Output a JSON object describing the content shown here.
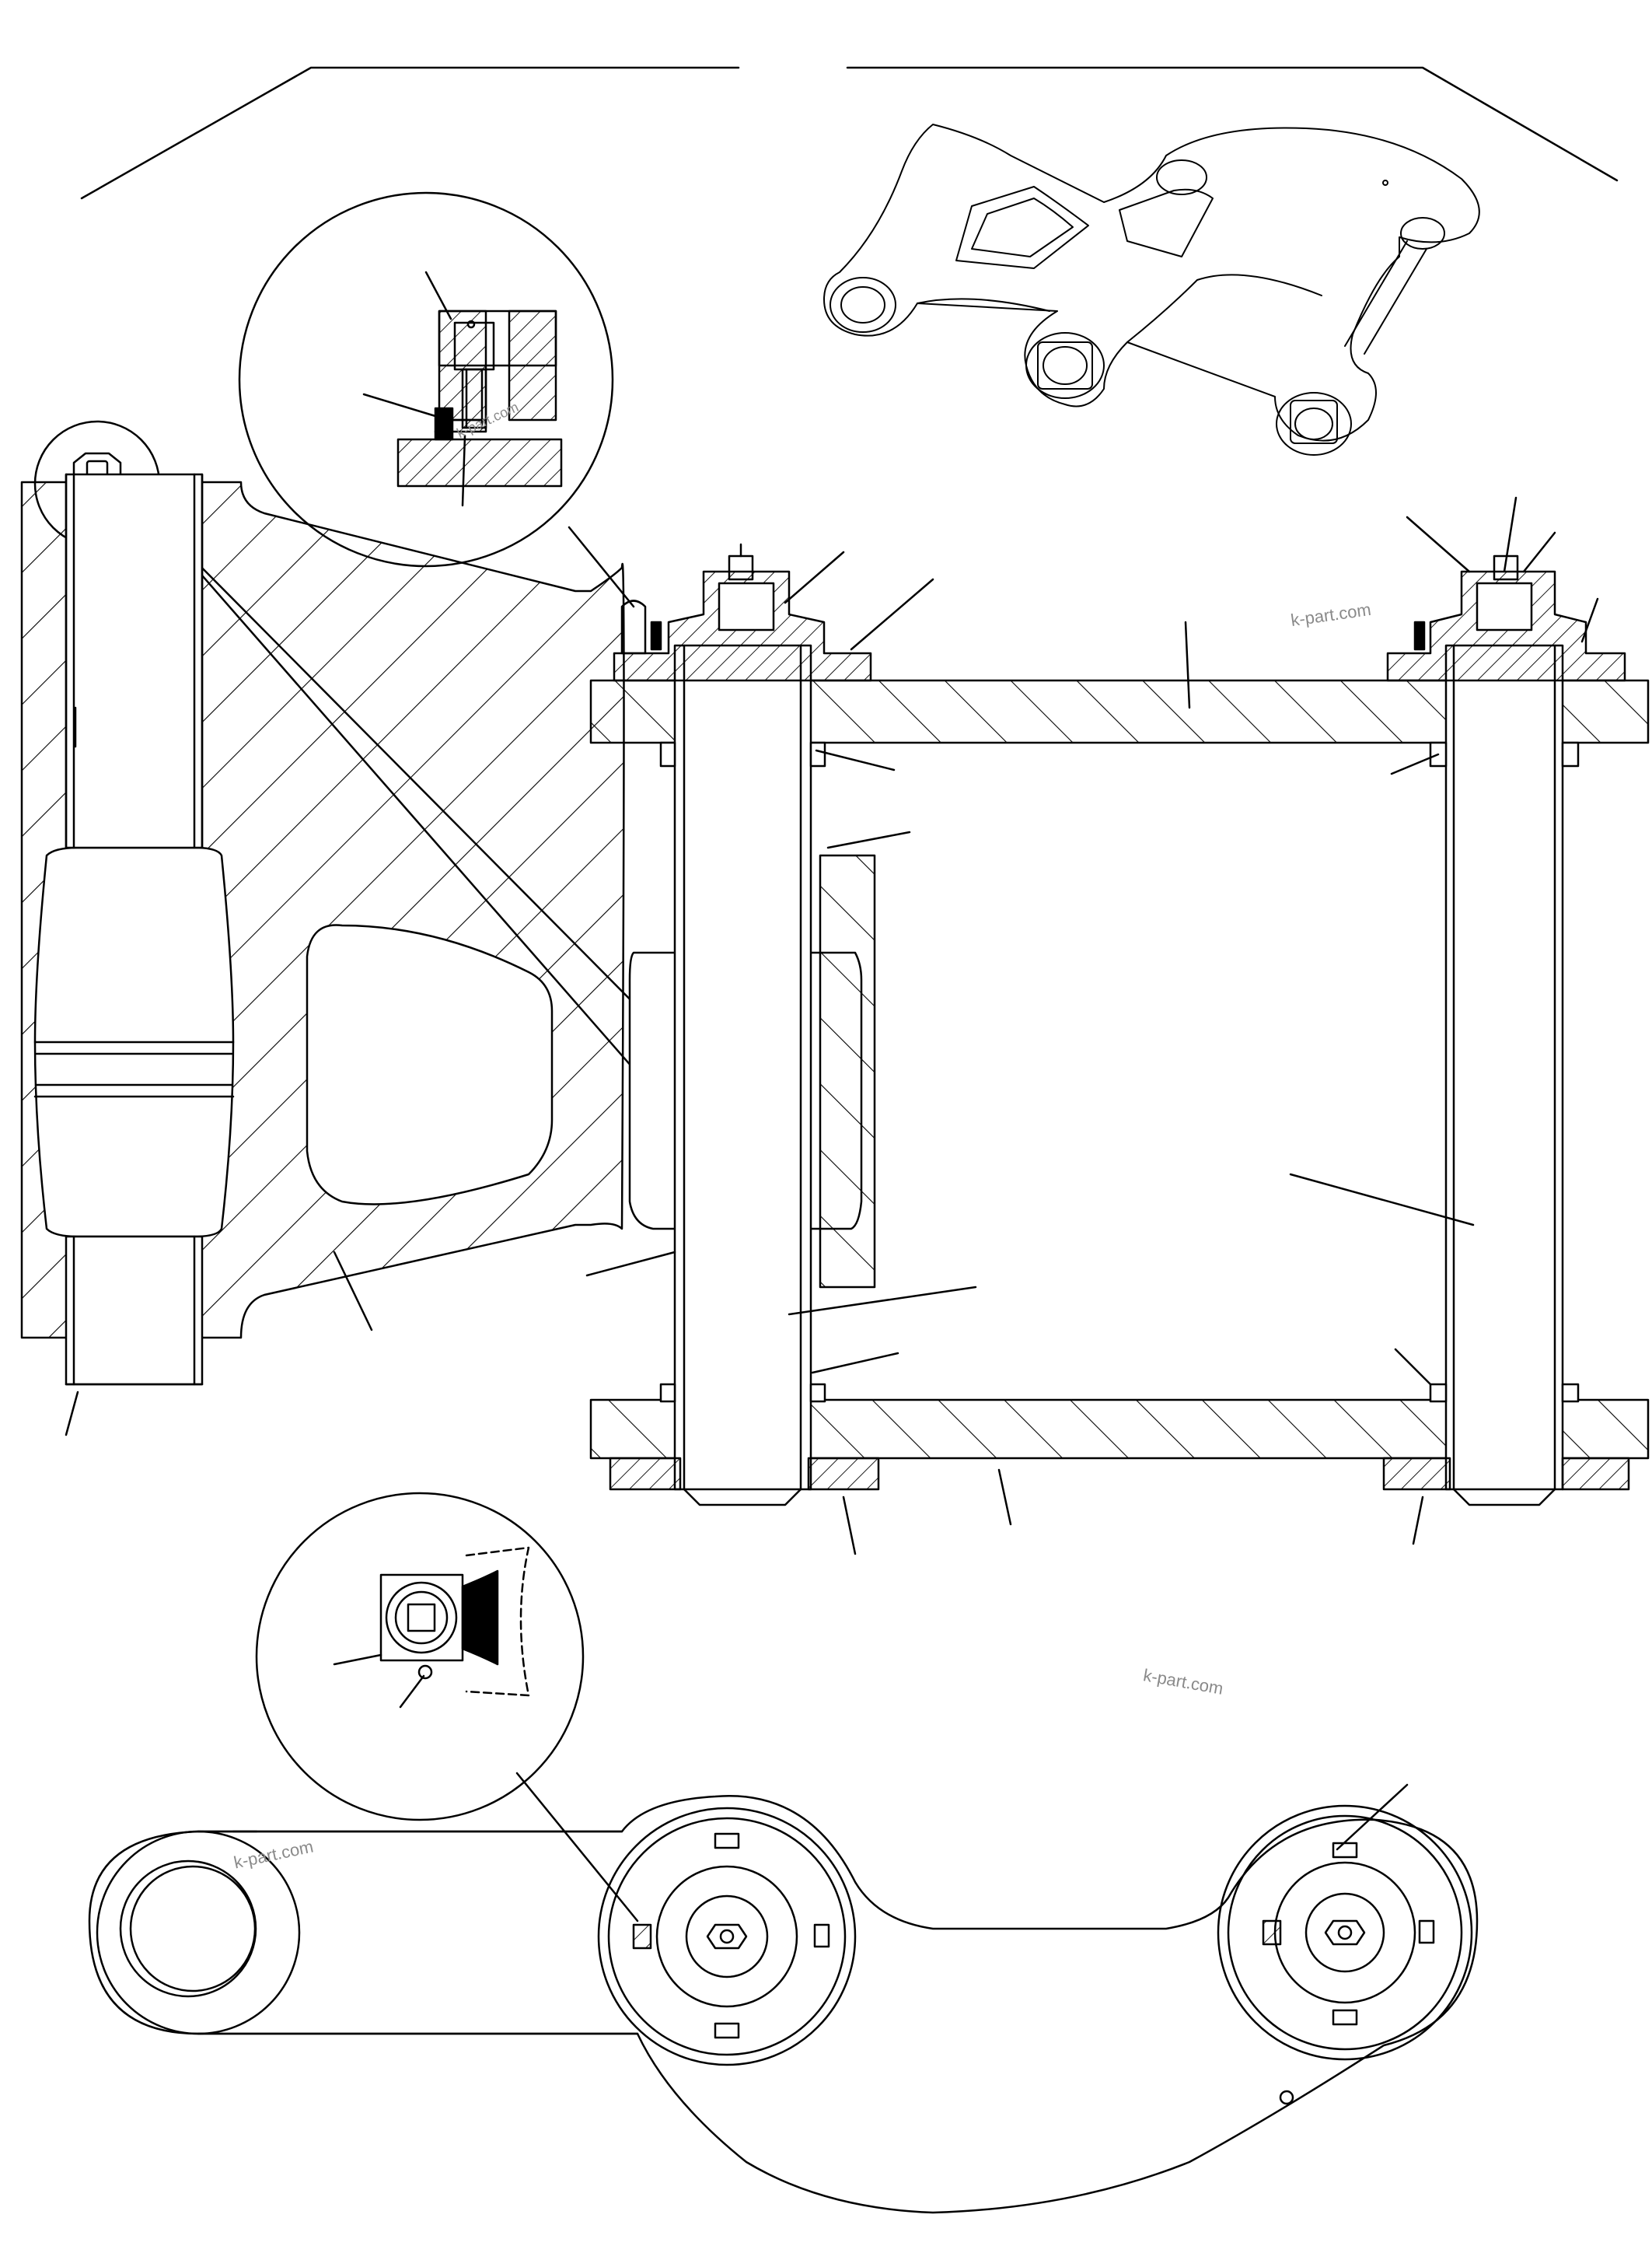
{
  "watermarks": {
    "w1": "k-part.com",
    "w2": "k-part.com",
    "w3": "k-part.com",
    "w4": "k-part.com"
  },
  "colors": {
    "line": "#000000",
    "watermark": "#8a8a8a",
    "background": "#ffffff"
  }
}
